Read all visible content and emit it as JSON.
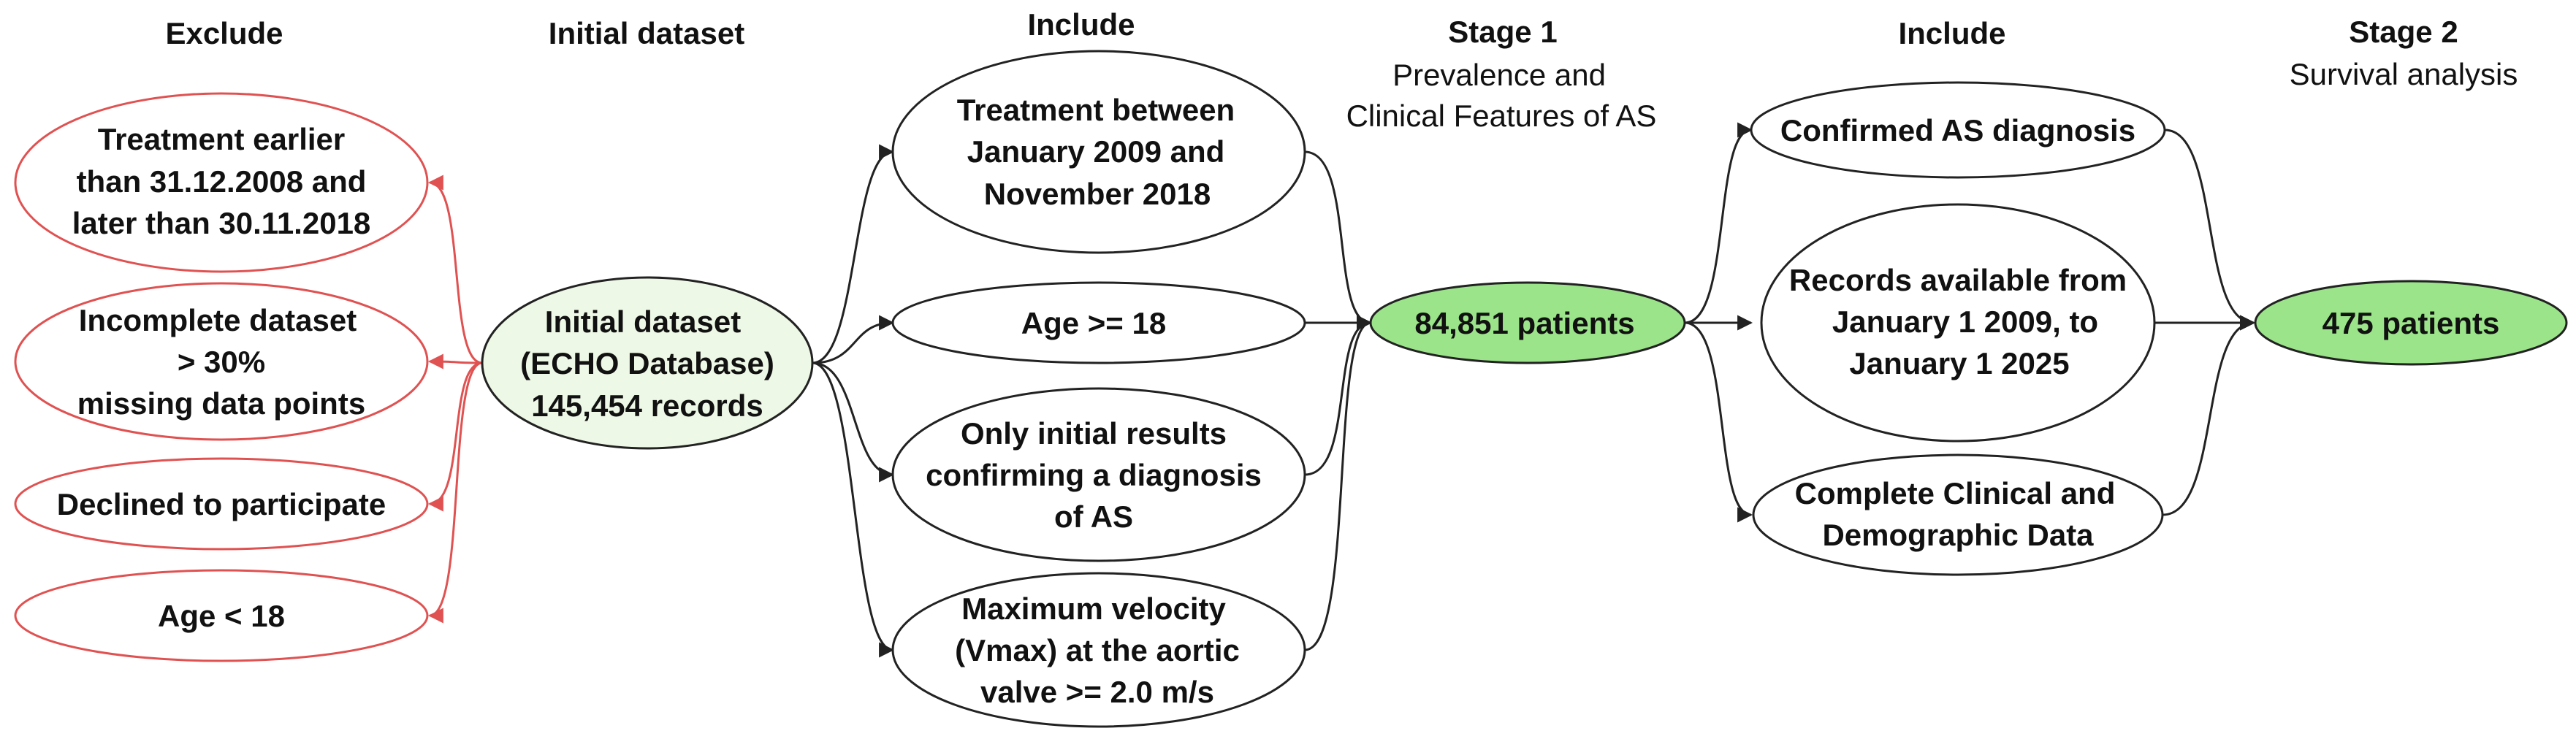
{
  "headers": {
    "exclude": "Exclude",
    "initial": "Initial dataset",
    "include1": "Include",
    "stage1_title": "Stage 1",
    "stage1_sub": [
      "Prevalence and",
      "Clinical Features of AS"
    ],
    "include2": "Include",
    "stage2_title": "Stage 2",
    "stage2_sub": [
      "Survival analysis"
    ]
  },
  "nodes": {
    "ex_treatment": [
      "Treatment earlier",
      "than 31.12.2008 and",
      "later than 30.11.2018"
    ],
    "ex_incomplete": [
      "Incomplete dataset",
      "> 30%",
      "missing data points"
    ],
    "ex_declined": [
      "Declined to participate"
    ],
    "ex_age": [
      "Age < 18"
    ],
    "initial": [
      "Initial dataset",
      "(ECHO Database)",
      "145,454 records"
    ],
    "in_treatment": [
      "Treatment between",
      "January 2009 and",
      "November 2018"
    ],
    "in_age": [
      "Age >= 18"
    ],
    "in_initial": [
      "Only initial results",
      "confirming a diagnosis",
      "of AS"
    ],
    "in_vmax": [
      "Maximum velocity",
      "(Vmax) at the aortic",
      "valve >= 2.0 m/s"
    ],
    "stage1": [
      "84,851 patients"
    ],
    "in2_confirmed": [
      "Confirmed AS diagnosis"
    ],
    "in2_records": [
      "Records available from",
      "January 1 2009, to",
      "January 1 2025"
    ],
    "in2_complete": [
      "Complete Clinical and",
      "Demographic Data"
    ],
    "stage2": [
      "475 patients"
    ]
  },
  "colors": {
    "exclude_stroke": "#e05252",
    "initial_fill": "#eef8e6",
    "stage_fill": "#9be48a",
    "line": "#222222"
  }
}
